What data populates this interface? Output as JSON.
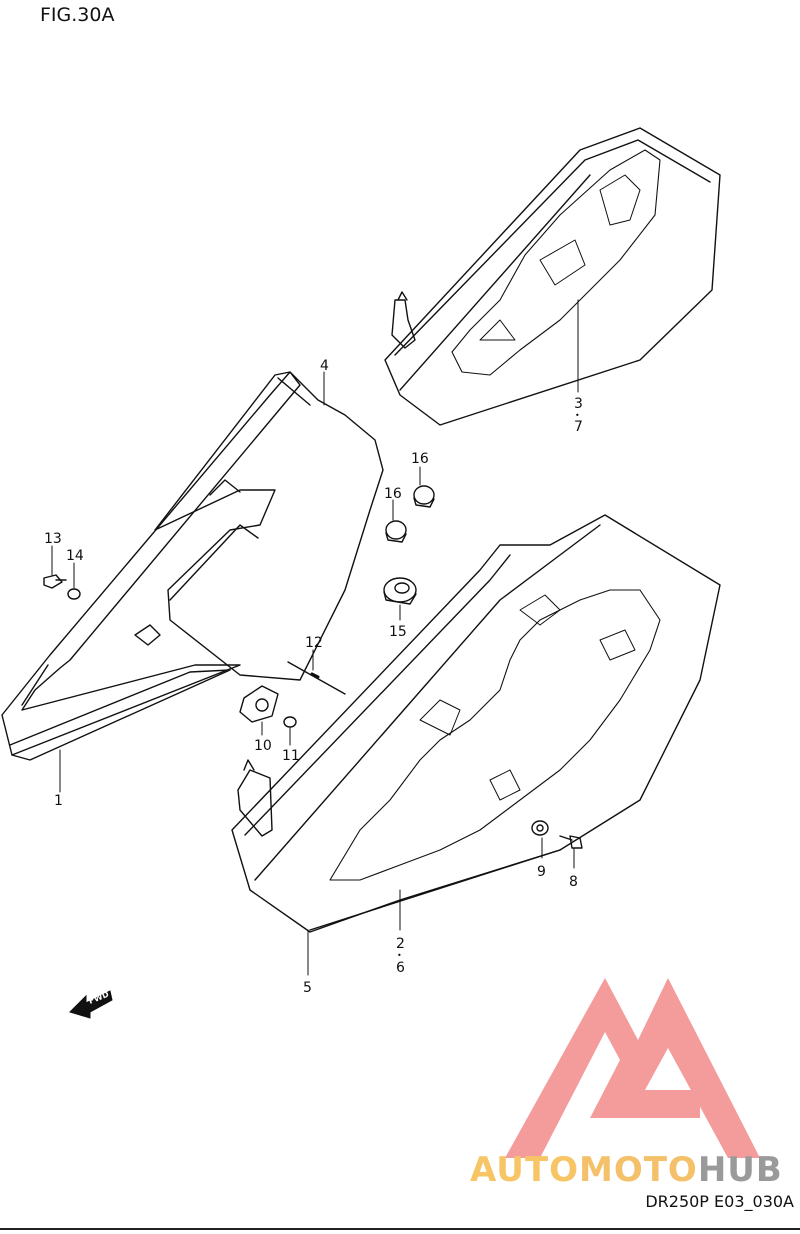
{
  "figure": {
    "title": "FIG.30A",
    "code": "DR250P E03_030A"
  },
  "fwd_label": "FWD",
  "brand": {
    "part1": "AUTO",
    "part2": "MOTO",
    "part3": "HUB",
    "color_light": "#f7c566",
    "color_mid": "#f4c06a",
    "color_grey": "#9a9a9a",
    "logo_color": "#f28a8a"
  },
  "callouts": [
    {
      "id": "c1",
      "text": "1"
    },
    {
      "id": "c2",
      "text": "2"
    },
    {
      "id": "c2dot",
      "text": "•"
    },
    {
      "id": "c6",
      "text": "6"
    },
    {
      "id": "c3",
      "text": "3"
    },
    {
      "id": "c3dot",
      "text": "•"
    },
    {
      "id": "c7",
      "text": "7"
    },
    {
      "id": "c4",
      "text": "4"
    },
    {
      "id": "c5",
      "text": "5"
    },
    {
      "id": "c8",
      "text": "8"
    },
    {
      "id": "c9",
      "text": "9"
    },
    {
      "id": "c10",
      "text": "10"
    },
    {
      "id": "c11",
      "text": "11"
    },
    {
      "id": "c12",
      "text": "12"
    },
    {
      "id": "c13",
      "text": "13"
    },
    {
      "id": "c14",
      "text": "14"
    },
    {
      "id": "c15",
      "text": "15"
    },
    {
      "id": "c16a",
      "text": "16"
    },
    {
      "id": "c16b",
      "text": "16"
    }
  ]
}
